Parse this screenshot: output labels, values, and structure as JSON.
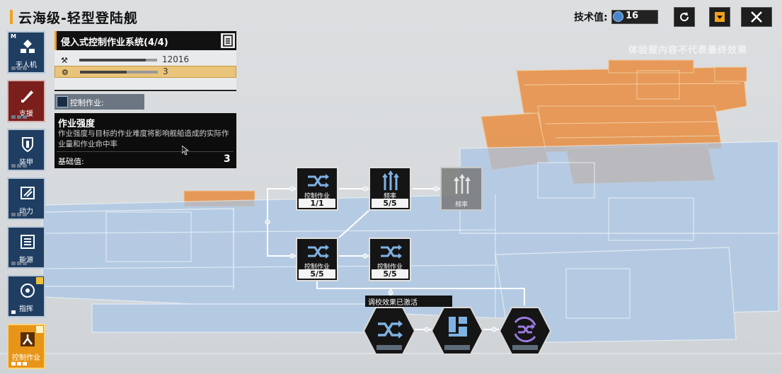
{
  "header": {
    "title": "云海级-轻型登陆舰",
    "tech_label": "技术值:",
    "tech_value": "16",
    "disclaimer": "体验服内容不代表最终效果"
  },
  "sidebar": {
    "items": [
      {
        "label": "无人机",
        "badge": "M",
        "pips": [
          0,
          0,
          0
        ]
      },
      {
        "label": "支援",
        "pips": [
          0,
          0,
          0
        ]
      },
      {
        "label": "装甲",
        "pips": [
          0,
          0,
          0
        ]
      },
      {
        "label": "动力",
        "pips": [
          0,
          0,
          0
        ]
      },
      {
        "label": "能源",
        "pips": [
          0,
          0,
          0
        ]
      },
      {
        "label": "指挥",
        "pips": [
          1
        ]
      },
      {
        "label": "控制作业",
        "pips": [
          1,
          1,
          1
        ]
      }
    ]
  },
  "panel": {
    "title": "侵入式控制作业系统(4/4)",
    "stats": [
      {
        "icon": "hammer-icon",
        "value": "12016",
        "fill": 0.85
      },
      {
        "icon": "gear-icon",
        "value": "3",
        "fill": 0.6
      }
    ],
    "control_tag": "控制作业:"
  },
  "description": {
    "title": "作业强度",
    "body": "作业强度与目标的作业难度将影响舰船造成的实际作业量和作业命中率",
    "base_label": "基础值:",
    "base_value": "3"
  },
  "tree": {
    "nodes": [
      {
        "id": "n1",
        "label": "控制作业",
        "count": "1/1"
      },
      {
        "id": "n2",
        "label": "频率",
        "count": "5/5"
      },
      {
        "id": "n3",
        "label": "频率",
        "count": ""
      },
      {
        "id": "n4",
        "label": "控制作业",
        "count": "5/5"
      },
      {
        "id": "n5",
        "label": "控制作业",
        "count": "5/5"
      }
    ],
    "activated_label": "调校效果已激活"
  },
  "colors": {
    "accent": "#f2a11b",
    "sidebar_blue": "#1f3e62",
    "support_red": "#7b1f1c",
    "active_orange": "#e79518",
    "ship_blue": "#a9c6e6",
    "ship_orange": "#e88b3a",
    "purple_icon": "#9b7ce0"
  }
}
